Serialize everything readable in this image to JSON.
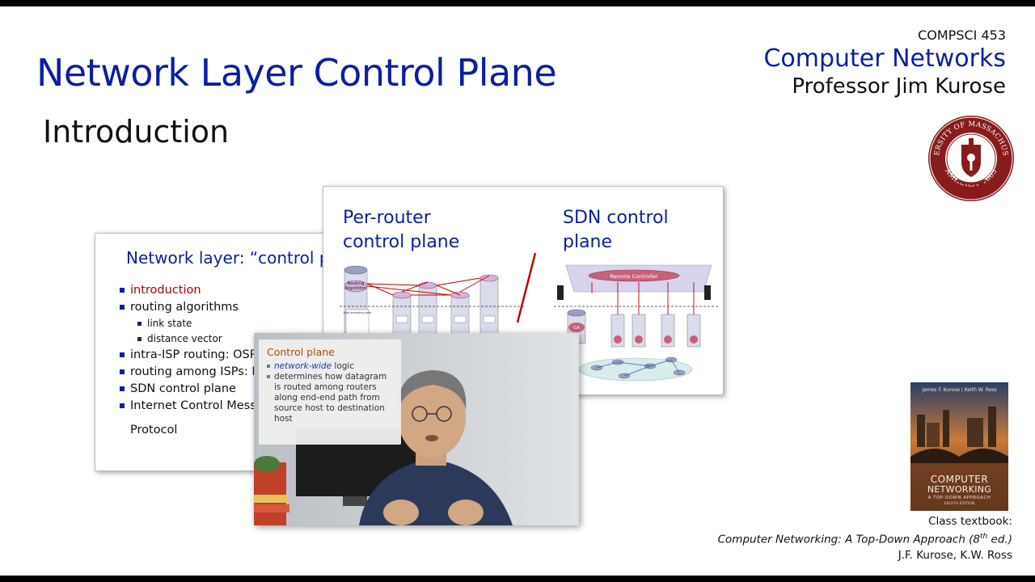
{
  "slide": {
    "title": "Network Layer Control Plane",
    "subtitle": "Introduction"
  },
  "course": {
    "code": "COMPSCI 453",
    "name": "Computer Networks",
    "professor": "Professor Jim Kurose"
  },
  "seal": {
    "text_top": "UNIVERSITY OF MASSACHUSETTS",
    "text_bottom": "AMHERST 1863"
  },
  "outline_slide": {
    "title": "Network layer: “control pla",
    "items": [
      {
        "label": "introduction",
        "level": 1,
        "active": true
      },
      {
        "label": "routing algorithms",
        "level": 1,
        "active": false
      },
      {
        "label": "link state",
        "level": 2,
        "active": false
      },
      {
        "label": "distance vector",
        "level": 2,
        "active": false
      },
      {
        "label": "intra-ISP routing: OSPF",
        "level": 1,
        "active": false
      },
      {
        "label": "routing among ISPs: BG",
        "level": 1,
        "active": false
      },
      {
        "label": "SDN control plane",
        "level": 1,
        "active": false
      },
      {
        "label": "Internet Control Messa",
        "level": 1,
        "active": false
      }
    ],
    "continuation": "Protocol"
  },
  "diagram_slide": {
    "left_title_1": "Per-router",
    "left_title_2": "control plane",
    "right_title_1": "SDN control",
    "right_title_2": "plane",
    "routing_label_1": "Routing",
    "routing_label_2": "Algorithm",
    "forwarding_table_label": "local forwarding table",
    "remote_controller": "Remote Controller",
    "ca_label": "CA"
  },
  "video": {
    "card_title": "Control plane",
    "bullet1_em": "network-wide",
    "bullet1_rest": " logic",
    "bullet2": "determines how datagram is routed among routers along end-end path from source host to destination host"
  },
  "textbook": {
    "cover_authors": "James F. Kurose | Keith W. Ross",
    "cover_title_1": "COMPUTER",
    "cover_title_2": "NETWORKING",
    "cover_subtitle": "A TOP-DOWN APPROACH",
    "cover_edition": "EIGHTH EDITION",
    "caption_label": "Class textbook:",
    "caption_title": "Computer Networking: A Top-Down Approach (8",
    "caption_sup": "th",
    "caption_ed": " ed.)",
    "caption_authors": "J.F. Kurose, K.W. Ross"
  },
  "colors": {
    "title_blue": "#0a1fa0",
    "accent_red": "#b00000",
    "umass_maroon": "#881c1c"
  }
}
